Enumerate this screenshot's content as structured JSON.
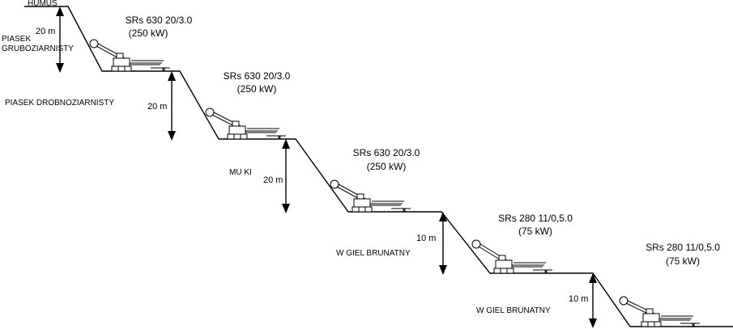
{
  "layers": {
    "humus": "HUMUS",
    "piasek_gruby_1": "PIASEK",
    "piasek_gruby_2": "GRUBOZIARNISTY",
    "piasek_drobny": "PIASEK DROBNOZIARNISTY",
    "muly": "MU  KI",
    "wegiel_1": "W  GIEL BRUNATNY",
    "wegiel_2": "W  GIEL BRUNATNY"
  },
  "benches": [
    {
      "model": "SRs 630 20/3.0",
      "power": "(250 kW)",
      "height": "20 m"
    },
    {
      "model": "SRs 630 20/3.0",
      "power": "(250 kW)",
      "height": "20 m"
    },
    {
      "model": "SRs 630 20/3.0",
      "power": "(250 kW)",
      "height": "20 m"
    },
    {
      "model": "SRs 280 11/0,5.0",
      "power": "(75 kW)",
      "height": "10 m"
    },
    {
      "model": "SRs 280 11/0,5.0",
      "power": "(75 kW)",
      "height": "10 m"
    }
  ]
}
